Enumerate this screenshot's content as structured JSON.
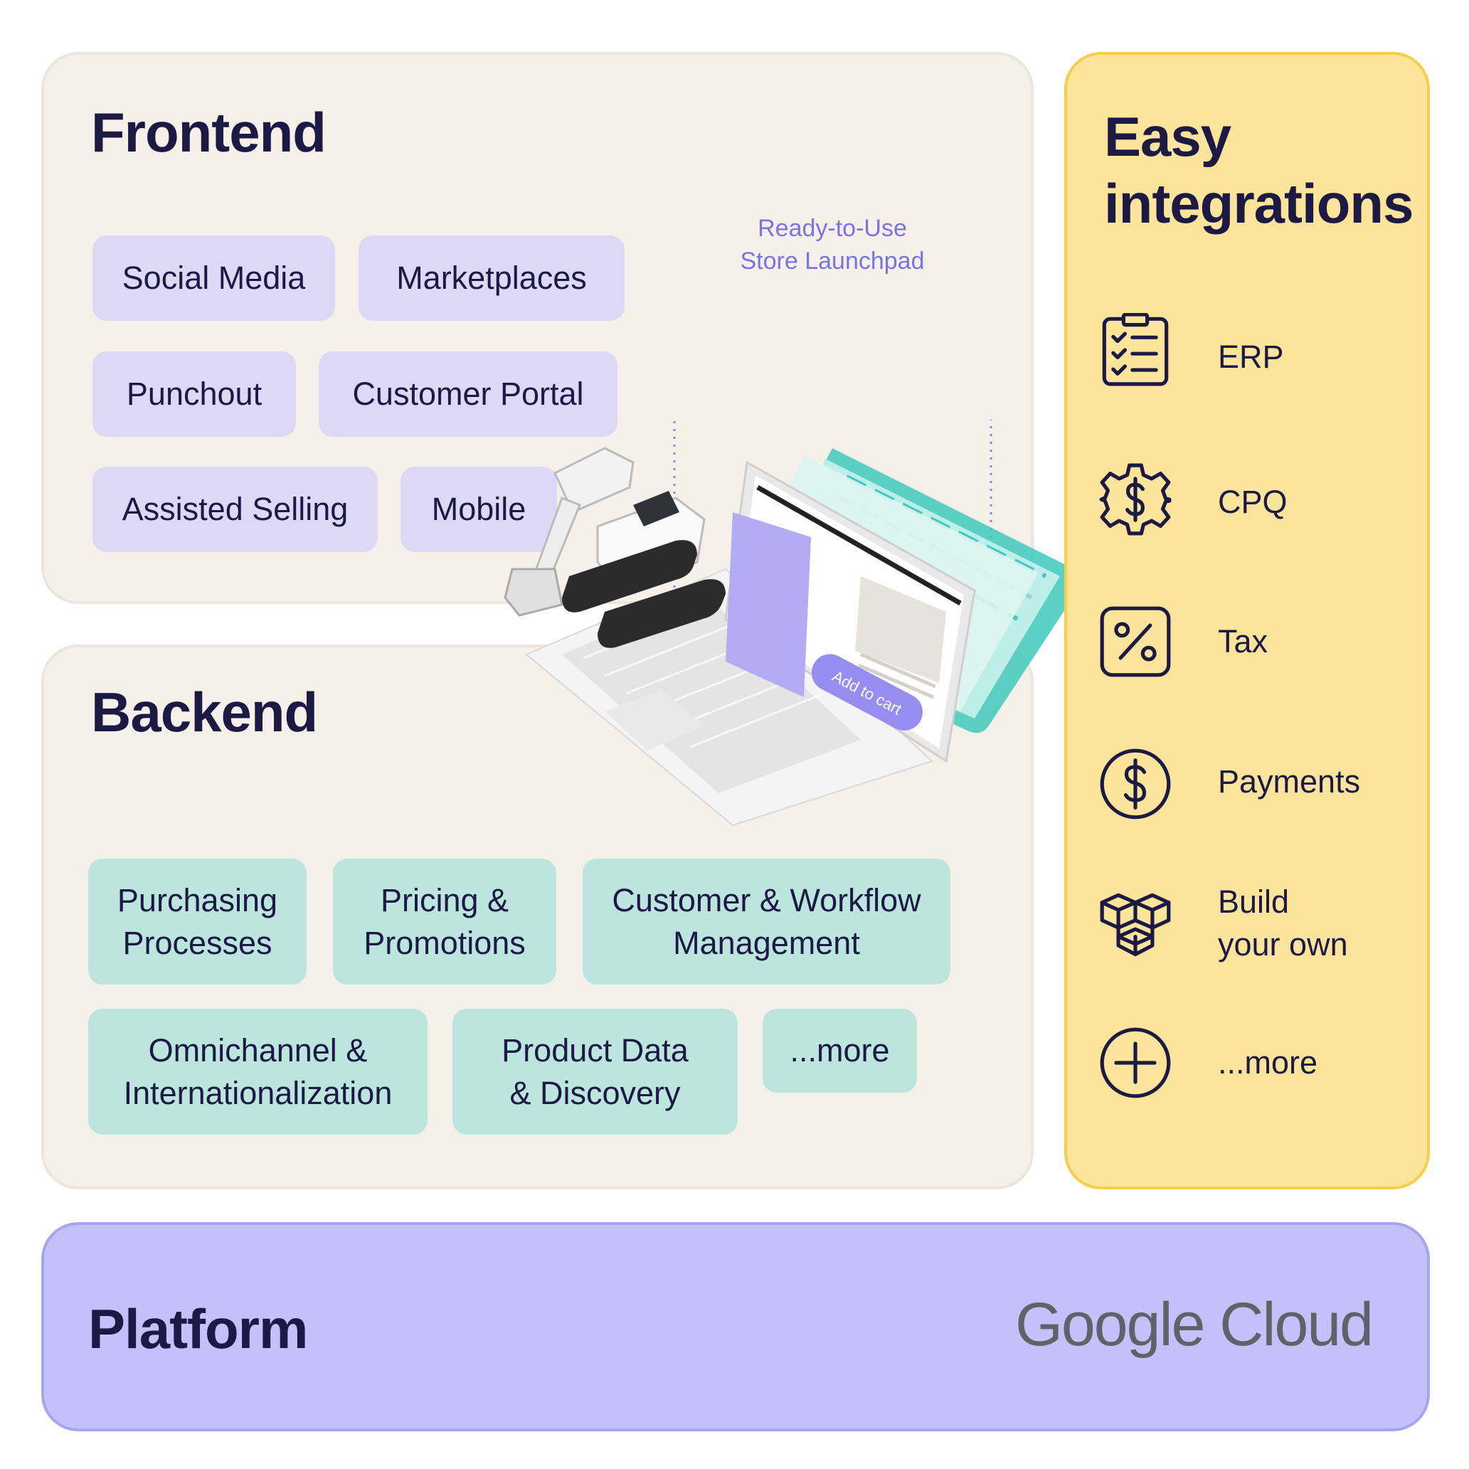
{
  "frontend": {
    "title": "Frontend",
    "chips": [
      "Social Media",
      "Marketplaces",
      "Punchout",
      "Customer Portal",
      "Assisted Selling",
      "Mobile"
    ]
  },
  "launchpad": {
    "label": "Ready-to-Use\nStore Launchpad",
    "button_label": "Add to cart"
  },
  "backend": {
    "title": "Backend",
    "chips": [
      "Purchasing\nProcesses",
      "Pricing &\nPromotions",
      "Customer & Workflow\nManagement",
      "Omnichannel &\nInternationalization",
      "Product Data\n& Discovery",
      "...more"
    ]
  },
  "integrations": {
    "title": "Easy\nintegrations",
    "items": [
      {
        "label": "ERP",
        "icon": "clipboard-checklist-icon"
      },
      {
        "label": "CPQ",
        "icon": "gear-dollar-icon"
      },
      {
        "label": "Tax",
        "icon": "percent-icon"
      },
      {
        "label": "Payments",
        "icon": "dollar-circle-icon"
      },
      {
        "label": "Build\nyour own",
        "icon": "cubes-icon"
      },
      {
        "label": "...more",
        "icon": "plus-circle-icon"
      }
    ]
  },
  "platform": {
    "title": "Platform",
    "partner_logo": "Google Cloud"
  },
  "colors": {
    "navy": "#1c1a45",
    "cream": "#f5f1e9",
    "lavender_chip": "#dcd8f5",
    "mint_chip": "#bce5de",
    "yellow": "#fce49b",
    "periwinkle": "#c4c0f9",
    "accent_purple": "#7b72e6",
    "teal": "#3ec9bb"
  }
}
